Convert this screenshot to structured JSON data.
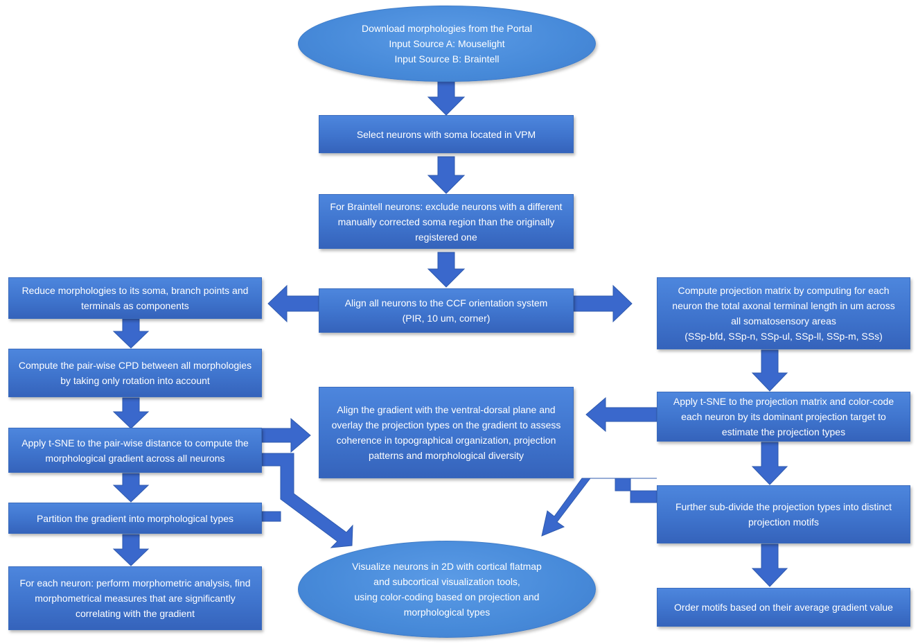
{
  "colors": {
    "box": "#4475d1",
    "arrow": "#3a68cc",
    "ellipse": "#4a8ddb",
    "text": "#ffffff"
  },
  "nodes": {
    "download": "Download morphologies from the Portal\nInput Source A: Mouselight\nInput Source B: Braintell",
    "select": "Select neurons with soma located in VPM",
    "braintell": "For Braintell neurons: exclude neurons with a different\nmanually corrected soma region than the originally\nregistered one",
    "align": "Align all neurons to the CCF orientation system\n(PIR, 10 um, corner)",
    "reduce": "Reduce morphologies to its soma, branch points and\nterminals as components",
    "cpd": "Compute the pair-wise CPD between all morphologies\nby taking only rotation into account",
    "tsne_gradient": "Apply t-SNE to the pair-wise distance to compute the\nmorphological gradient across all neurons",
    "partition": "Partition the gradient into morphological types",
    "morphometric": "For each neuron: perform morphometric analysis, find\nmorphometrical measures that are significantly\ncorrelating with the gradient",
    "align_gradient": "Align the gradient with the ventral-dorsal plane and\noverlay the projection types on the gradient to assess\ncoherence in topographical organization, projection\npatterns and morphological diversity",
    "projection_matrix": "Compute projection matrix by computing for each\nneuron the total axonal terminal length in um across\nall somatosensory areas\n(SSp-bfd, SSp-n,  SSp-ul, SSp-ll, SSp-m, SSs)",
    "tsne_projection": "Apply t-SNE to the projection matrix and color-code\neach neuron by its dominant projection target to\nestimate the projection types",
    "subdivide": "Further sub-divide the projection types into distinct\nprojection motifs",
    "order": "Order motifs based on their average gradient value",
    "visualize": "Visualize neurons in 2D with cortical flatmap\nand subcortical visualization tools,\nusing color-coding based on projection and\nmorphological types"
  }
}
